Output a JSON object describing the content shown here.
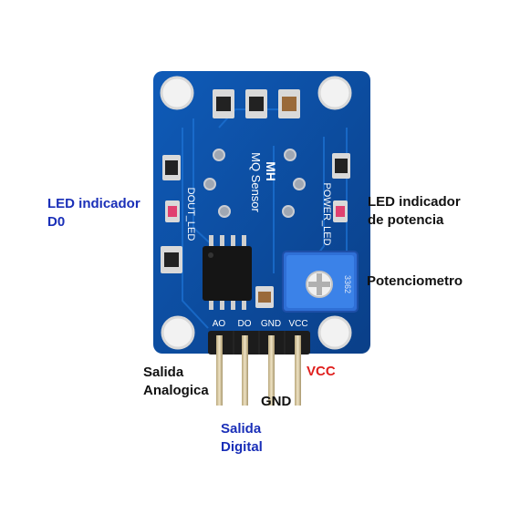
{
  "board": {
    "brand": "MH",
    "model": "MQ Sensor",
    "dout_led": "DOUT_LED",
    "power_led": "POWER_LED",
    "pins": [
      "AO",
      "DO",
      "GND",
      "VCC"
    ],
    "pot_code": "3362",
    "colors": {
      "pcb": "#0b4fa3",
      "pot": "#2f6fd6",
      "header": "#1c1c1c",
      "pin": "#d8c7a0"
    }
  },
  "labels": {
    "led_d0_line1": "LED indicador",
    "led_d0_line2": "D0",
    "led_power_line1": "LED indicador",
    "led_power_line2": "de potencia",
    "potentiometer": "Potenciometro",
    "analog_line1": "Salida",
    "analog_line2": "Analogica",
    "gnd": "GND",
    "vcc": "VCC",
    "digital_line1": "Salida",
    "digital_line2": "Digital"
  }
}
